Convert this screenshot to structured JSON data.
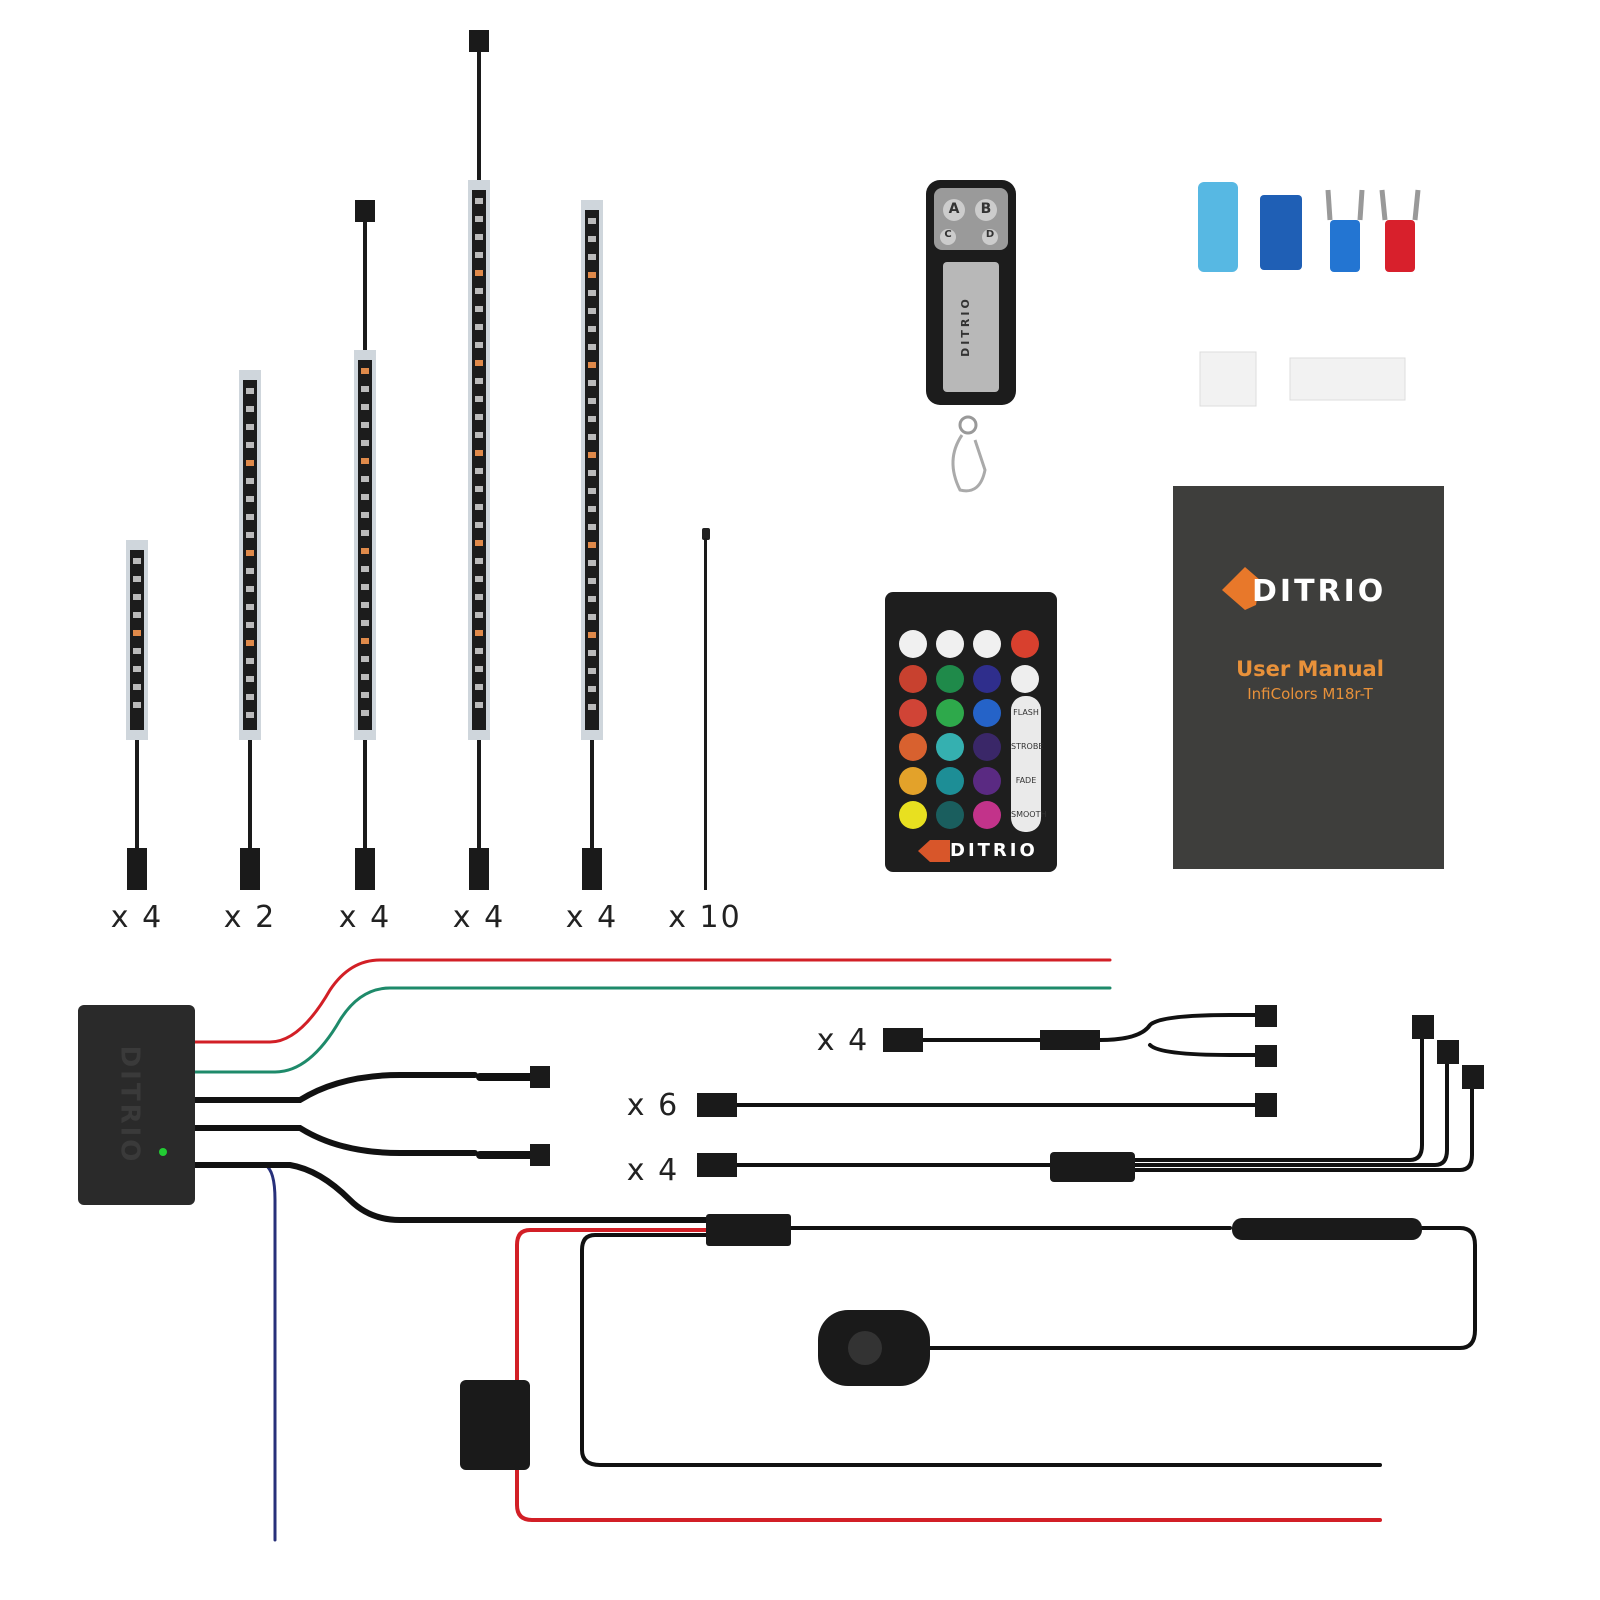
{
  "strips": {
    "quantities": [
      "x 4",
      "x 2",
      "x 4",
      "x 4",
      "x 4"
    ],
    "zip_tie_quantity": "x 10"
  },
  "cables": {
    "y_splitter_quantity": "x 4",
    "extension_quantity": "x 6",
    "triple_splitter_quantity": "x 4"
  },
  "ir_remote": {
    "brand": "DITRIO",
    "mode_buttons": [
      "FLASH",
      "STROBE",
      "FADE",
      "SMOOTH"
    ],
    "color_buttons": [
      "#c8412f",
      "#1f8a4a",
      "#2f2e8c",
      "#d04436",
      "#2ea94b",
      "#2563c8",
      "#d8612f",
      "#35b0b0",
      "#3a2768",
      "#e3a22a",
      "#1d8e96",
      "#5a2a82",
      "#e8e020",
      "#1a5e5e",
      "#c2338a"
    ],
    "top_buttons": [
      "brightness-up-icon",
      "light-off-icon",
      "settings-icon",
      "power-icon"
    ]
  },
  "key_fob": {
    "buttons": [
      "A",
      "B",
      "C",
      "D"
    ],
    "brand": "DITRIO"
  },
  "manual": {
    "brand": "DITRIO",
    "title": "User Manual",
    "subtitle": "InfiColors M18r-T"
  },
  "control_box": {
    "brand": "DITRIO",
    "status_led_color": "#22cc33"
  },
  "colors": {
    "red_wire": "#d21f26",
    "green_wire": "#1e8a6a",
    "blue_wire": "#27307a",
    "accent": "#e8913a"
  }
}
